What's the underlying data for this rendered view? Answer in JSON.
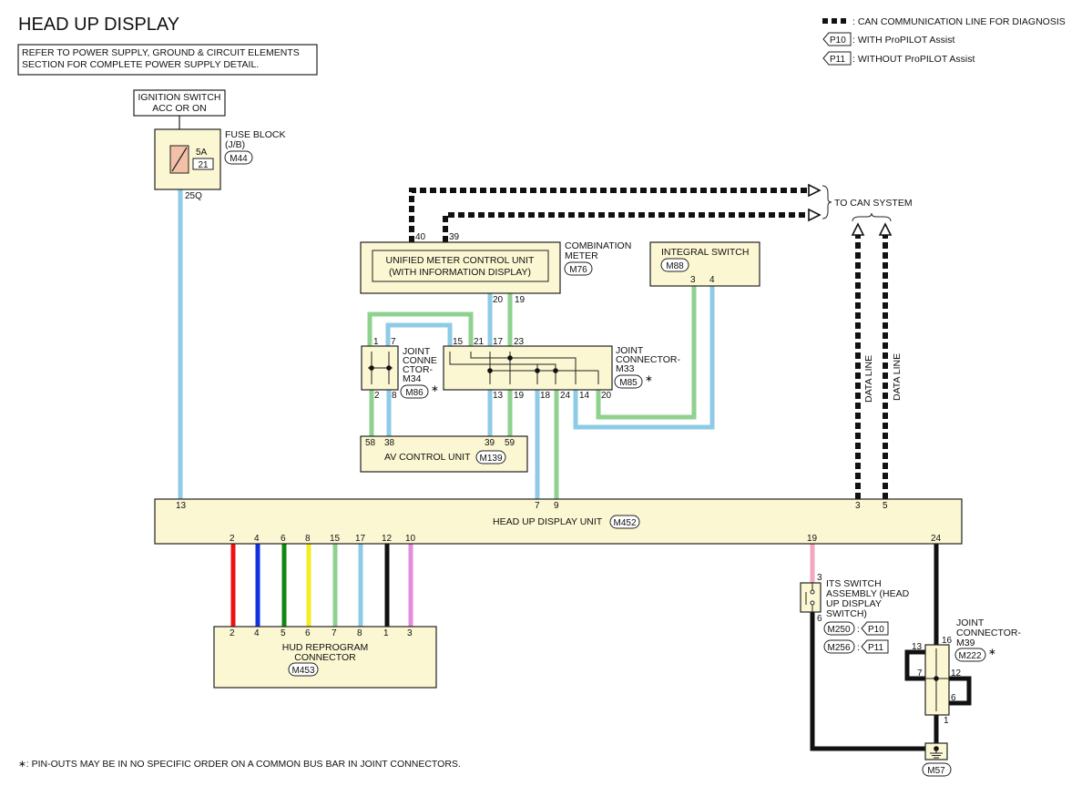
{
  "title": "HEAD UP DISPLAY",
  "note": [
    "REFER TO POWER SUPPLY, GROUND & CIRCUIT ELEMENTS",
    "SECTION FOR COMPLETE POWER SUPPLY DETAIL."
  ],
  "legend": {
    "can": ": CAN COMMUNICATION LINE FOR DIAGNOSIS",
    "p10_tag": "P10",
    "p10": ": WITH ProPILOT Assist",
    "p11_tag": "P11",
    "p11": ": WITHOUT ProPILOT Assist"
  },
  "footnote": "∗: PIN-OUTS MAY BE IN NO SPECIFIC ORDER ON A COMMON BUS BAR IN JOINT CONNECTORS.",
  "ignition": [
    "IGNITION SWITCH",
    "ACC OR ON"
  ],
  "fuse": {
    "title": "FUSE BLOCK",
    "sub": "(J/B)",
    "amp": "5A",
    "num": "21",
    "conn": "M44",
    "pin": "25Q"
  },
  "to_can": "TO CAN SYSTEM",
  "data_line": "DATA LINE",
  "combo": {
    "lines": [
      "UNIFIED METER CONTROL UNIT",
      "(WITH INFORMATION DISPLAY)"
    ],
    "side": [
      "COMBINATION",
      "METER"
    ],
    "conn": "M76"
  },
  "integral": {
    "name": "INTEGRAL SWITCH",
    "conn": "M88"
  },
  "jc34": {
    "lines": [
      "JOINT",
      "CONNE",
      "CTOR-",
      "M34"
    ],
    "conn": "M86",
    "star": "∗"
  },
  "jc33": {
    "lines": [
      "JOINT",
      "CONNECTOR-",
      "M33"
    ],
    "conn": "M85",
    "star": "∗"
  },
  "av": {
    "name": "AV CONTROL UNIT",
    "conn": "M139"
  },
  "hud": {
    "name": "HEAD UP DISPLAY UNIT",
    "conn": "M452"
  },
  "reprog": {
    "lines": [
      "HUD REPROGRAM",
      "CONNECTOR"
    ],
    "conn": "M453"
  },
  "its": {
    "lines": [
      "ITS SWITCH",
      "ASSEMBLY (HEAD",
      "UP DISPLAY",
      "SWITCH)"
    ],
    "conn1": "M250",
    "conn2": "M256",
    "sep": ":",
    "tag1": "P10",
    "tag2": "P11"
  },
  "jc39": {
    "lines": [
      "JOINT",
      "CONNECTOR-",
      "M39"
    ],
    "conn": "M222",
    "star": "∗"
  },
  "ground": {
    "conn": "M57"
  },
  "wire_colors": {
    "light_blue": "#8dcbe6",
    "light_green": "#8fd28f",
    "red": "#ee1111",
    "blue": "#1133dd",
    "green": "#118811",
    "yellow": "#f2ee22",
    "black": "#111111",
    "pink": "#f2a7c0",
    "violet": "#e48ce0"
  }
}
